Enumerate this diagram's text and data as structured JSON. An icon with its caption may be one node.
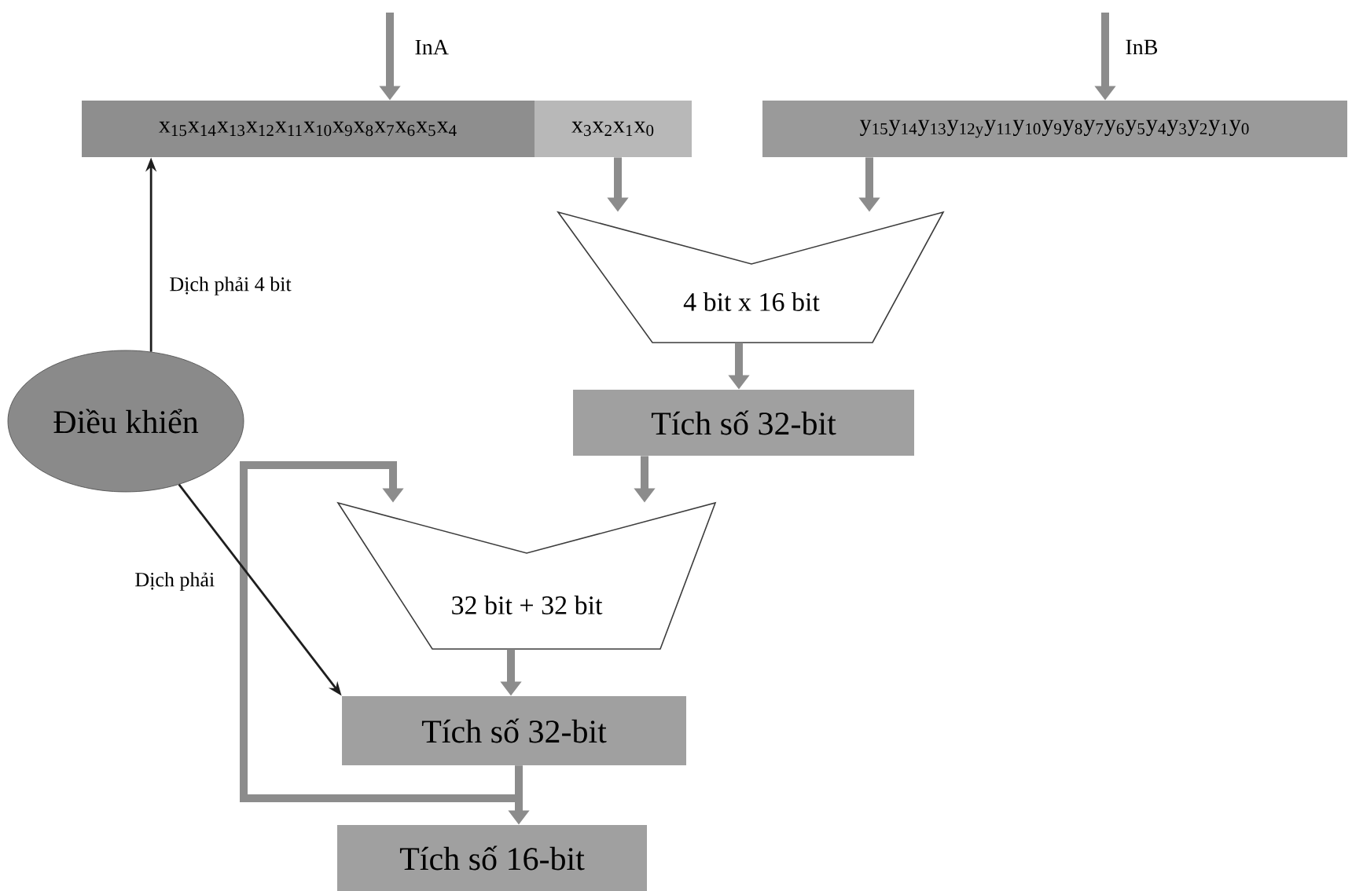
{
  "diagram": {
    "nodes": [
      {
        "text": [
          "x$_{15}$x$_{14}$x$_{13}$x$_{12}$x$_{11}$x$_{10}$x$_{9}$x$_{8}$x$_{7}$x$_{6}$x$_{5}$x$_{4}$"
        ]
      },
      {
        "text": [
          "x$_{3}$x$_{2}$x$_{1}$x$_{0}$"
        ]
      },
      {
        "text": [
          "y$_{15}$y$_{14}$y$_{13}$y$_{12y}$y$_{11}$y$_{10}$y$_{9}$y$_{8}$y$_{7}$y$_{6}$y$_{5}$y$_{4}$y$_{3}$y$_{2}$y$_{1}$y$_{0}$"
        ]
      },
      {
        "text": [
          "4 bit x 16 bit"
        ]
      },
      {
        "text": [
          "Tích số 32-bit"
        ]
      },
      {
        "text": [
          "32 bit + 32 bit"
        ]
      },
      {
        "text": [
          "Tích số 32-bit"
        ]
      },
      {
        "text": [
          "Tích số 16-bit"
        ]
      },
      {
        "text": [
          "Điều khiển"
        ]
      }
    ],
    "edges": [
      {
        "from": null,
        "to": 0,
        "arrow": "to",
        "label": "InA"
      },
      {
        "from": null,
        "to": 2,
        "arrow": "to",
        "label": "InB"
      },
      {
        "from": 1,
        "to": 3,
        "arrow": "to"
      },
      {
        "from": 2,
        "to": 3,
        "arrow": "to"
      },
      {
        "from": 3,
        "to": 4,
        "arrow": "to"
      },
      {
        "from": 4,
        "to": 5,
        "arrow": "to"
      },
      {
        "from": 5,
        "to": 6,
        "arrow": "to"
      },
      {
        "from": 6,
        "to": 5,
        "arrow": "to"
      },
      {
        "from": 6,
        "to": 7,
        "arrow": "to"
      },
      {
        "from": 8,
        "to": 0,
        "arrow": "to",
        "label": "Dịch phải 4 bit",
        "color": "#1e1e1e"
      },
      {
        "from": 8,
        "to": 6,
        "arrow": "to",
        "label": "Dịch phải",
        "color": "#1e1e1e"
      }
    ]
  }
}
